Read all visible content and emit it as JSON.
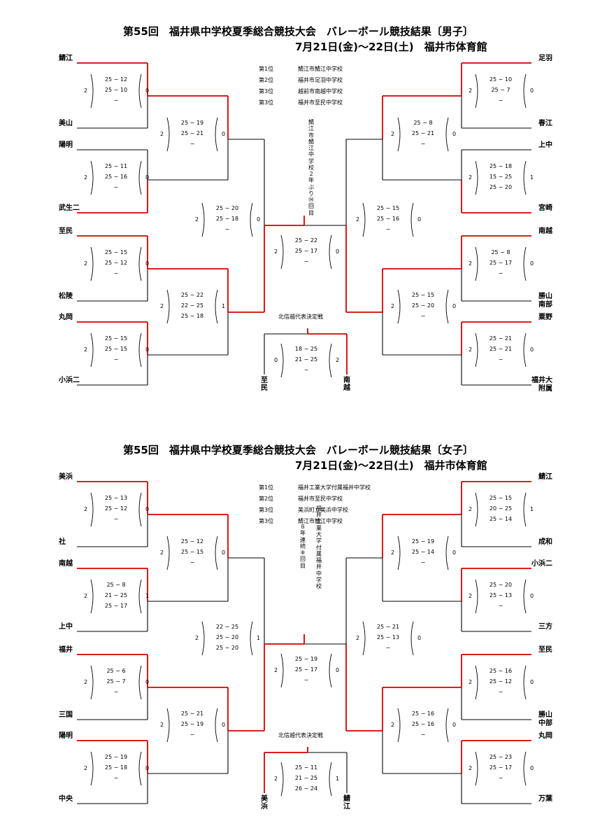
{
  "boys": {
    "title_line1": "第55回　福井県中学校夏季総合競技大会　バレーボール競技結果〔男子〕",
    "title_line2": "7月21日(金)～22日(土)　福井市体育館",
    "ranking": [
      {
        "place": "第1位",
        "school": "鯖江市鯖江中学校"
      },
      {
        "place": "第2位",
        "school": "福井市足羽中学校"
      },
      {
        "place": "第3位",
        "school": "越前市南越中学校"
      },
      {
        "place": "第3位",
        "school": "福井市至民中学校"
      }
    ],
    "champion_note": "鯖江市鯖江中学校２年ぶり⑭回目",
    "hokushinetsu_label": "北信越代表決定戦",
    "teams": {
      "L1": "鯖江",
      "L2": "美山",
      "L3": "陽明",
      "L4": "武生二",
      "L5": "至民",
      "L6": "松陵",
      "L7": "丸岡",
      "L8": "小浜二",
      "R1": "足羽",
      "R2": "春江",
      "R3": "上中",
      "R4": "宮崎",
      "R5": "南越",
      "R6": "勝山\n南部",
      "R7": "粟野",
      "R8": "福井大\n附属",
      "H_left": "至民",
      "H_right": "南越"
    },
    "matches": {
      "L_r1_1": {
        "left": "2",
        "right": "0",
        "sets": [
          "25 − 12",
          "25 − 10",
          "−"
        ]
      },
      "L_r1_2": {
        "left": "2",
        "right": "0",
        "sets": [
          "25 − 11",
          "25 − 16",
          "−"
        ]
      },
      "L_r1_3": {
        "left": "2",
        "right": "0",
        "sets": [
          "25 − 15",
          "25 − 12",
          "−"
        ]
      },
      "L_r1_4": {
        "left": "2",
        "right": "0",
        "sets": [
          "25 − 15",
          "25 − 15",
          "−"
        ]
      },
      "L_r2_1": {
        "left": "2",
        "right": "0",
        "sets": [
          "25 − 19",
          "25 − 21",
          "−"
        ]
      },
      "L_r2_2": {
        "left": "2",
        "right": "1",
        "sets": [
          "25 − 22",
          "22 − 25",
          "25 − 18"
        ]
      },
      "L_sf": {
        "left": "2",
        "right": "0",
        "sets": [
          "25 − 20",
          "25 − 18",
          "−"
        ]
      },
      "R_r1_1": {
        "left": "2",
        "right": "0",
        "sets": [
          "25 − 10",
          "25 − 7",
          "−"
        ]
      },
      "R_r1_2": {
        "left": "2",
        "right": "1",
        "sets": [
          "25 − 18",
          "15 − 25",
          "25 − 20"
        ]
      },
      "R_r1_3": {
        "left": "2",
        "right": "0",
        "sets": [
          "25 − 8",
          "25 − 17",
          "−"
        ]
      },
      "R_r1_4": {
        "left": "2",
        "right": "0",
        "sets": [
          "25 − 21",
          "25 − 21",
          "−"
        ]
      },
      "R_r2_1": {
        "left": "2",
        "right": "0",
        "sets": [
          "25 − 8",
          "25 − 21",
          "−"
        ]
      },
      "R_r2_2": {
        "left": "2",
        "right": "0",
        "sets": [
          "25 − 15",
          "25 − 20",
          "−"
        ]
      },
      "R_sf": {
        "left": "2",
        "right": "0",
        "sets": [
          "25 − 15",
          "25 − 16",
          "−"
        ]
      },
      "final": {
        "left": "2",
        "right": "0",
        "sets": [
          "25 − 22",
          "25 − 17",
          "−"
        ]
      },
      "hoku": {
        "left": "0",
        "right": "2",
        "sets": [
          "18 − 25",
          "21 − 25",
          "−"
        ]
      }
    }
  },
  "girls": {
    "title_line1": "第55回　福井県中学校夏季総合競技大会　バレーボール競技結果〔女子〕",
    "title_line2": "7月21日(金)～22日(土)　福井市体育館",
    "ranking": [
      {
        "place": "第1位",
        "school": "福井工業大学付属福井中学校"
      },
      {
        "place": "第2位",
        "school": "福井市至民中学校"
      },
      {
        "place": "第3位",
        "school": "美浜町立美浜中学校"
      },
      {
        "place": "第3位",
        "school": "鯖江市鯖江中学校"
      }
    ],
    "champion_note": "福井工業大学付属福井中学校",
    "champion_note2": "８年連続⑧回目",
    "hokushinetsu_label": "北信越代表決定戦",
    "teams": {
      "L1": "美浜",
      "L2": "社",
      "L3": "南越",
      "L4": "上中",
      "L5": "福井",
      "L6": "三国",
      "L7": "陽明",
      "L8": "中央",
      "R1": "鯖江",
      "R2": "成和",
      "R3": "小浜二",
      "R4": "三方",
      "R5": "至民",
      "R6": "勝山\n中部",
      "R7": "丸岡",
      "R8": "万葉",
      "H_left": "美浜",
      "H_right": "鯖江"
    },
    "matches": {
      "L_r1_1": {
        "left": "2",
        "right": "0",
        "sets": [
          "25 − 13",
          "25 − 12",
          "−"
        ]
      },
      "L_r1_2": {
        "left": "2",
        "right": "1",
        "sets": [
          "25 − 8",
          "21 − 25",
          "25 − 17"
        ]
      },
      "L_r1_3": {
        "left": "2",
        "right": "0",
        "sets": [
          "25 − 6",
          "25 − 7",
          "−"
        ]
      },
      "L_r1_4": {
        "left": "2",
        "right": "0",
        "sets": [
          "25 − 19",
          "25 − 18",
          "−"
        ]
      },
      "L_r2_1": {
        "left": "2",
        "right": "0",
        "sets": [
          "25 − 12",
          "25 − 15",
          "−"
        ]
      },
      "L_r2_2": {
        "left": "2",
        "right": "0",
        "sets": [
          "25 − 21",
          "25 − 19",
          "−"
        ]
      },
      "L_sf": {
        "left": "2",
        "right": "1",
        "sets": [
          "22 − 25",
          "25 − 20",
          "25 − 20"
        ]
      },
      "R_r1_1": {
        "left": "2",
        "right": "1",
        "sets": [
          "25 − 15",
          "20 − 25",
          "25 − 14"
        ]
      },
      "R_r1_2": {
        "left": "2",
        "right": "0",
        "sets": [
          "25 − 20",
          "25 − 13",
          "−"
        ]
      },
      "R_r1_3": {
        "left": "2",
        "right": "0",
        "sets": [
          "25 − 16",
          "25 − 12",
          "−"
        ]
      },
      "R_r1_4": {
        "left": "2",
        "right": "0",
        "sets": [
          "25 − 23",
          "25 − 17",
          "−"
        ]
      },
      "R_r2_1": {
        "left": "2",
        "right": "0",
        "sets": [
          "25 − 19",
          "25 − 14",
          "−"
        ]
      },
      "R_r2_2": {
        "left": "2",
        "right": "0",
        "sets": [
          "25 − 16",
          "25 − 16",
          "−"
        ]
      },
      "R_sf": {
        "left": "2",
        "right": "0",
        "sets": [
          "25 − 21",
          "25 − 13",
          "−"
        ]
      },
      "final": {
        "left": "2",
        "right": "0",
        "sets": [
          "25 − 19",
          "25 − 17",
          "−"
        ]
      },
      "hoku": {
        "left": "2",
        "right": "1",
        "sets": [
          "25 − 11",
          "21 − 25",
          "26 − 24"
        ]
      }
    }
  },
  "colors": {
    "win": "#d40000",
    "line": "#000000"
  }
}
